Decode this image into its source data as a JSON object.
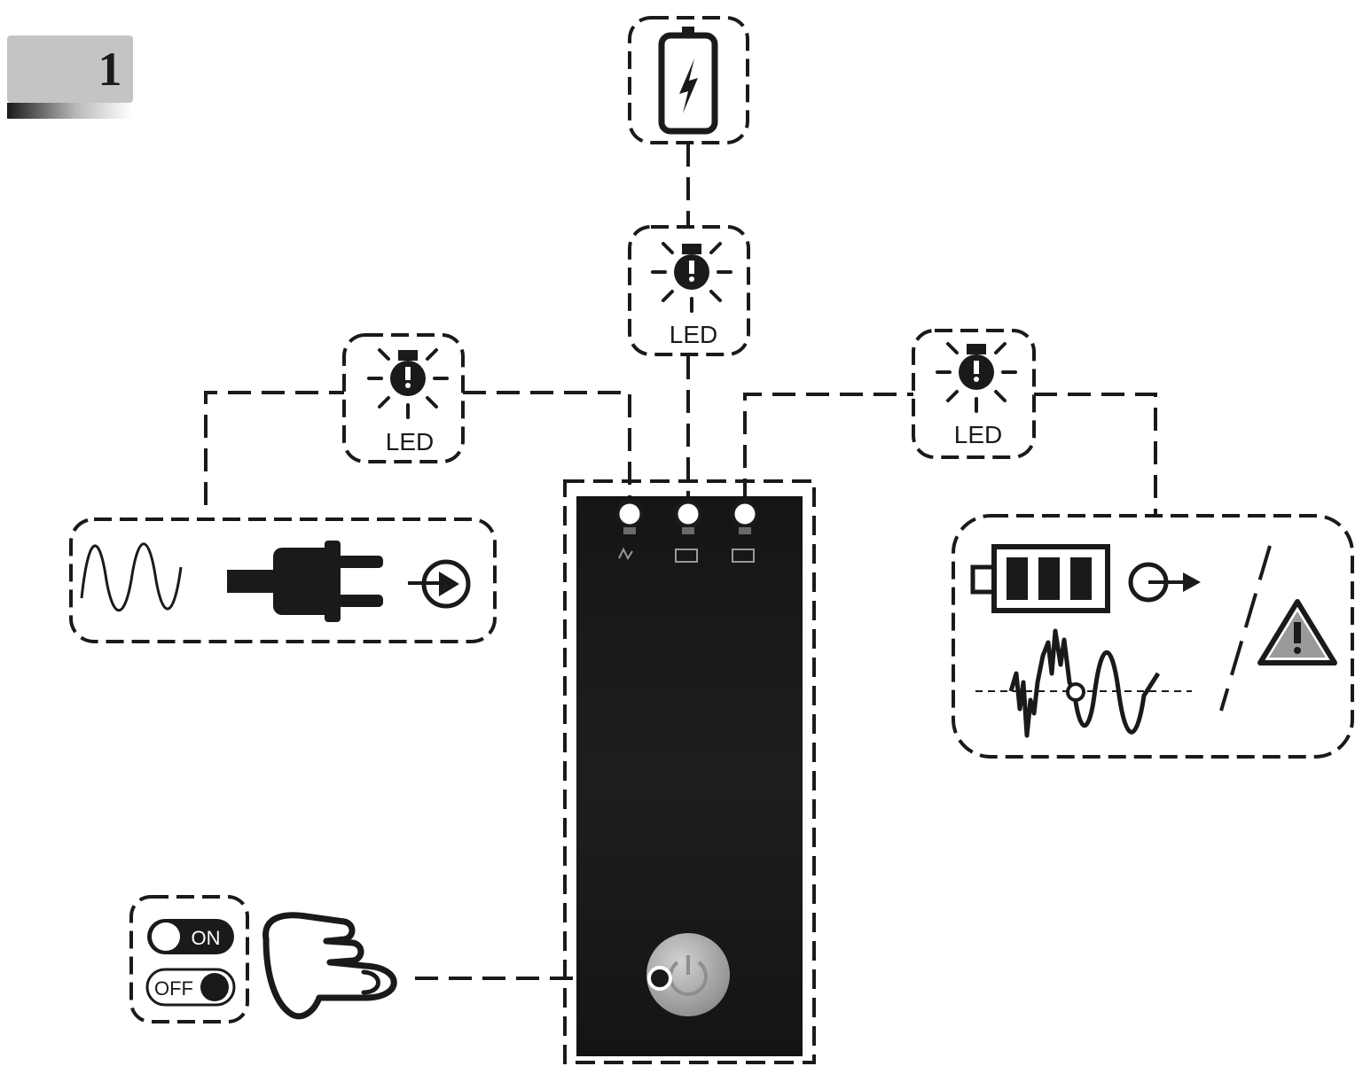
{
  "step": {
    "number": "1"
  },
  "led_boxes": {
    "top": {
      "label": "LED"
    },
    "left": {
      "label": "LED"
    },
    "right": {
      "label": "LED"
    }
  },
  "switch": {
    "on_label": "ON",
    "off_label": "OFF"
  },
  "colors": {
    "panel": "#1a1a1a",
    "button": "#a8a8a8",
    "badge": "#c4c4c4"
  }
}
